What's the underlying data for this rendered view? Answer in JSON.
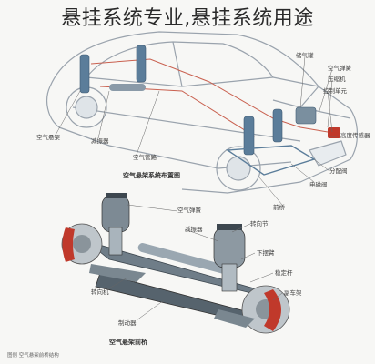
{
  "title": "悬挂系统专业,悬挂系统用途",
  "colors": {
    "brake_red": "#c0392b",
    "body_line": "#9aa3ad",
    "part_blue": "#5b7d9a",
    "pipe_red": "#c9604f"
  },
  "top_diagram": {
    "caption": "空气悬架系统布置图",
    "labels": [
      {
        "id": "l1",
        "text": "空气悬架"
      },
      {
        "id": "l2",
        "text": "减振器"
      },
      {
        "id": "l3",
        "text": "空气管路"
      },
      {
        "id": "l4",
        "text": "储气罐"
      },
      {
        "id": "l5",
        "text": "空气弹簧"
      },
      {
        "id": "l6",
        "text": "压缩机"
      },
      {
        "id": "l7",
        "text": "控制单元"
      },
      {
        "id": "l8",
        "text": "高度传感器"
      },
      {
        "id": "l9",
        "text": "分配阀"
      },
      {
        "id": "l10",
        "text": "电磁阀"
      },
      {
        "id": "l11",
        "text": "前桥"
      }
    ]
  },
  "bottom_diagram": {
    "caption": "空气悬架前桥",
    "labels": [
      {
        "id": "b1",
        "text": "空气弹簧"
      },
      {
        "id": "b2",
        "text": "减振器"
      },
      {
        "id": "b3",
        "text": "转向节"
      },
      {
        "id": "b4",
        "text": "下摆臂"
      },
      {
        "id": "b5",
        "text": "稳定杆"
      },
      {
        "id": "b6",
        "text": "副车架"
      },
      {
        "id": "b7",
        "text": "转向机"
      },
      {
        "id": "b8",
        "text": "制动器"
      }
    ],
    "footnote": "图例 空气悬架前桥结构"
  }
}
